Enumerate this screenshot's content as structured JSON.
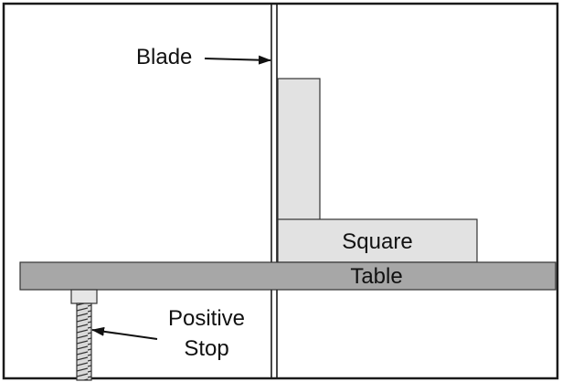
{
  "labels": {
    "blade": "Blade",
    "square": "Square",
    "table": "Table",
    "positive_stop_line1": "Positive",
    "positive_stop_line2": "Stop"
  },
  "colors": {
    "frame": "#1a1a1a",
    "square_fill": "#e2e2e2",
    "table_fill": "#a7a7a7",
    "text": "#111111"
  }
}
